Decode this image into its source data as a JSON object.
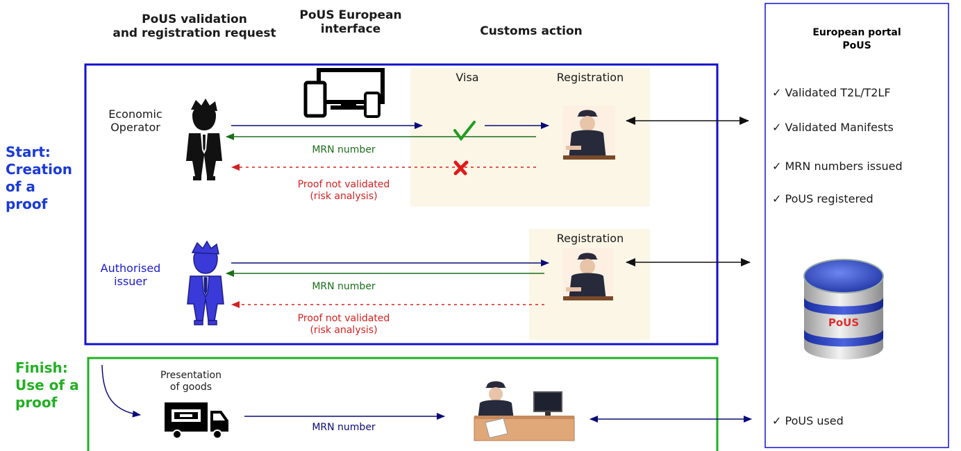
{
  "headers": {
    "validation": "PoUS  validation\nand registration request",
    "interface": "PoUS European\ninterface",
    "customs": "Customs action",
    "portal": "European portal\nPoUS"
  },
  "side_labels": {
    "start": "Start:\nCreation\nof a\nproof",
    "finish": "Finish:\nUse of a\nproof"
  },
  "section1": {
    "operator": "Economic\nOperator",
    "visa": "Visa",
    "registration": "Registration",
    "mrn": "MRN number",
    "rejected": "Proof not validated\n(risk analysis)"
  },
  "section2": {
    "issuer": "Authorised\nissuer",
    "registration": "Registration",
    "mrn": "MRN number",
    "rejected": "Proof not validated\n(risk analysis)"
  },
  "section3": {
    "presentation": "Presentation\nof goods",
    "mrn": "MRN number"
  },
  "portal_items": [
    "Validated T2L/T2LF",
    "Validated Manifests",
    "MRN numbers issued",
    "PoUS registered"
  ],
  "portal_used": "PoUS used",
  "database_label": "PoUS",
  "colors": {
    "blue_frame": "#1010d0",
    "green_frame": "#22b022",
    "navy": "#0a0a7a",
    "green": "#1a6e1a",
    "red": "#d42020",
    "beige": "#fbf6e6"
  }
}
